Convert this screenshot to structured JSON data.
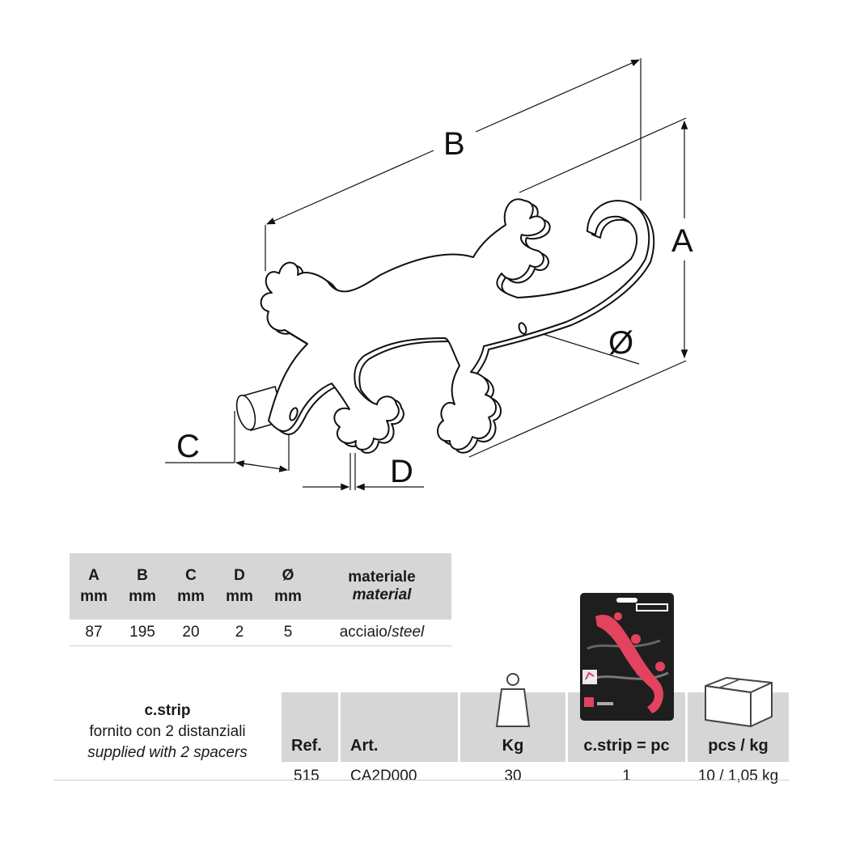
{
  "drawing": {
    "labels": {
      "a": "A",
      "b": "B",
      "c": "C",
      "d": "D",
      "diameter": "Ø"
    }
  },
  "spec": {
    "headers": [
      "A",
      "B",
      "C",
      "D",
      "Ø"
    ],
    "units": [
      "mm",
      "mm",
      "mm",
      "mm",
      "mm"
    ],
    "material_label_it": "materiale",
    "material_label_en": "material",
    "values": [
      "87",
      "195",
      "20",
      "2",
      "5"
    ],
    "material_value_it": "acciaio/",
    "material_value_en": "steel"
  },
  "packaging_note": {
    "title": "c.strip",
    "line_it": "fornito con 2 distanziali",
    "line_en": "supplied with 2 spacers"
  },
  "order": {
    "headers": {
      "ref": "Ref.",
      "art": "Art.",
      "kg": "Kg",
      "strip": "c.strip = pc",
      "pcs": "pcs / kg"
    },
    "row": {
      "ref": "515",
      "art": "CA2D000",
      "kg": "30",
      "strip": "1",
      "pcs": "10 / 1,05 kg"
    }
  },
  "icons": {
    "weight": "weight-icon",
    "product_card": "product-card-image",
    "box": "box-icon"
  },
  "colors": {
    "product_pink": "#e2435e",
    "header_gray": "#d6d6d6"
  }
}
